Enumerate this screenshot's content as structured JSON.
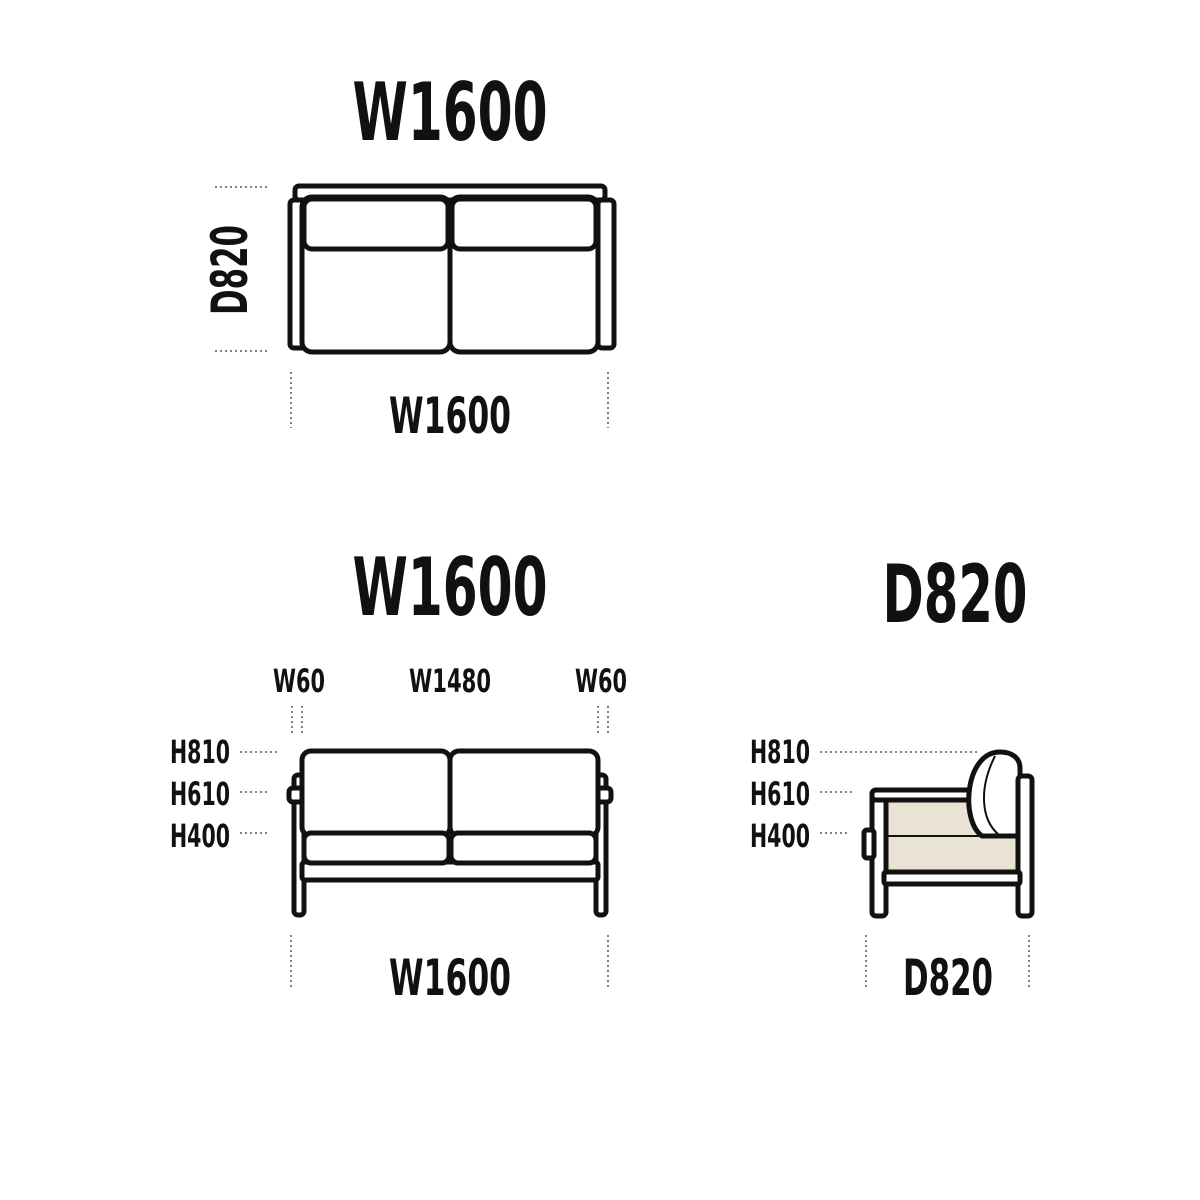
{
  "top_view": {
    "title": "W1600",
    "depth_label": "D820",
    "width_label": "W1600"
  },
  "front_view": {
    "title": "W1600",
    "arm_left": "W60",
    "seat_width": "W1480",
    "arm_right": "W60",
    "h_back": "H810",
    "h_arm": "H610",
    "h_seat": "H400",
    "width_label": "W1600"
  },
  "side_view": {
    "title": "D820",
    "h_back": "H810",
    "h_arm": "H610",
    "h_seat": "H400",
    "depth_label": "D820"
  },
  "colors": {
    "outline": "#111111",
    "fabric": "#e8e3d3",
    "background": "#ffffff"
  }
}
